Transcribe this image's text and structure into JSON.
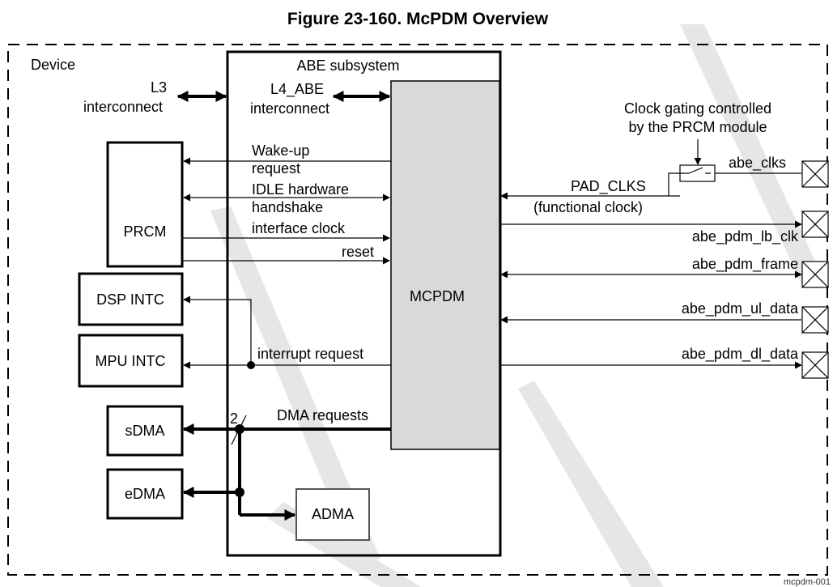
{
  "title": "Figure 23-160. McPDM Overview",
  "device_label": "Device",
  "abe_subsystem_label": "ABE subsystem",
  "l3": {
    "line1": "L3",
    "line2": "interconnect"
  },
  "l4abe": {
    "line1": "L4_ABE",
    "line2": "interconnect"
  },
  "blocks": {
    "prcm": "PRCM",
    "dsp_intc": "DSP INTC",
    "mpu_intc": "MPU INTC",
    "sdma": "sDMA",
    "edma": "eDMA",
    "adma": "ADMA",
    "mcpdm": "MCPDM"
  },
  "signals": {
    "wakeup_1": "Wake-up",
    "wakeup_2": "request",
    "idle_1": "IDLE hardware",
    "idle_2": "handshake",
    "interface_clock": "interface clock",
    "reset": "reset",
    "interrupt_request": "interrupt request",
    "dma_requests": "DMA requests",
    "dma_width": "2"
  },
  "clock_gating": {
    "line1": "Clock gating controlled",
    "line2": "by the PRCM module"
  },
  "pad_clks": "PAD_CLKS",
  "functional_clock": "(functional clock)",
  "pads": [
    "abe_clks",
    "abe_pdm_lb_clk",
    "abe_pdm_frame",
    "abe_pdm_ul_data",
    "abe_pdm_dl_data"
  ],
  "footnote": "mcpdm-001",
  "colors": {
    "mcpdm_fill": "#d9d9d9",
    "watermark": "#e6e6e6",
    "adma_border": "#555555"
  }
}
